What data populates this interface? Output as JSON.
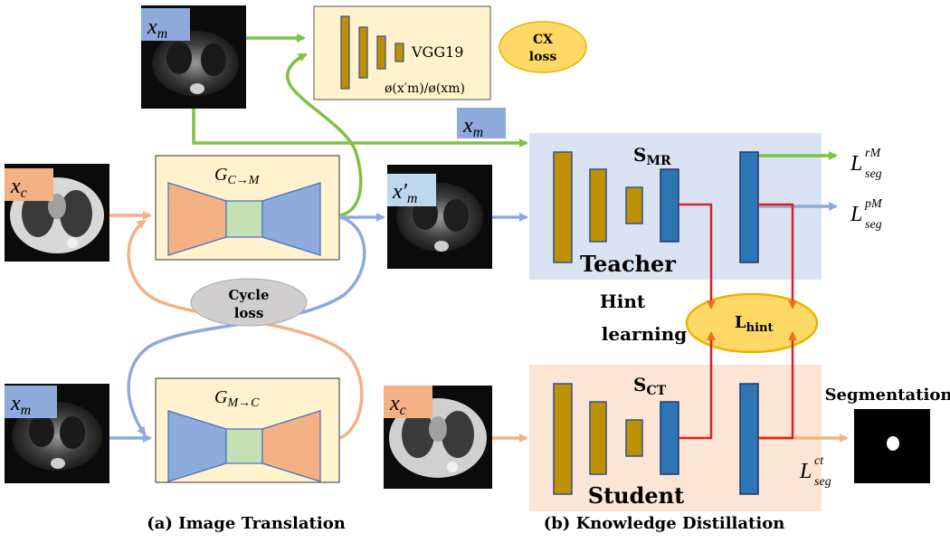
{
  "labels": {
    "xm": "x",
    "xm_sub": "m",
    "xc": "x",
    "xc_sub": "c",
    "xm_prime": "x′",
    "xm_prime_sub": "m",
    "vgg": "VGG19",
    "vgg_formula": "ø(x′m)/ø(xm)",
    "cx_loss_line1": "CX",
    "cx_loss_line2": "loss",
    "cycle_loss_line1": "Cycle",
    "cycle_loss_line2": "loss",
    "g_cm_main": "G",
    "g_cm_sub": "C→M",
    "g_mc_main": "G",
    "g_mc_sub": "M→C",
    "smr_main": "S",
    "smr_sub": "MR",
    "sct_main": "S",
    "sct_sub": "CT",
    "teacher": "Teacher",
    "student": "Student",
    "hint_line1": "Hint",
    "hint_line2": "learning",
    "lhint_main": "L",
    "lhint_sub": "hint",
    "segmentation": "Segmentation",
    "l_seg_main": "L",
    "l_seg_sub": "seg",
    "l_rm_sup": "rM",
    "l_pm_sup": "pM",
    "l_ct_sup": "ct",
    "caption_a": "(a) Image Translation",
    "caption_b": "(b) Knowledge Distillation"
  },
  "colors": {
    "green_arrow": "#7dc241",
    "blue_arrow": "#8eaadb",
    "orange_arrow": "#f4b183",
    "red_line": "#e02020",
    "cream_box": "#fff2cc",
    "teacher_bg": "#dae3f3",
    "student_bg": "#fbe5d6",
    "gold_layer": "#bf9000",
    "blue_layer": "#2e75b6",
    "encoder_orange": "#f4b183",
    "encoder_blue": "#8faadc",
    "bottleneck_green": "#c5e0b4",
    "cx_loss_fill": "#ffd966",
    "cycle_loss_fill": "#d0cece"
  }
}
